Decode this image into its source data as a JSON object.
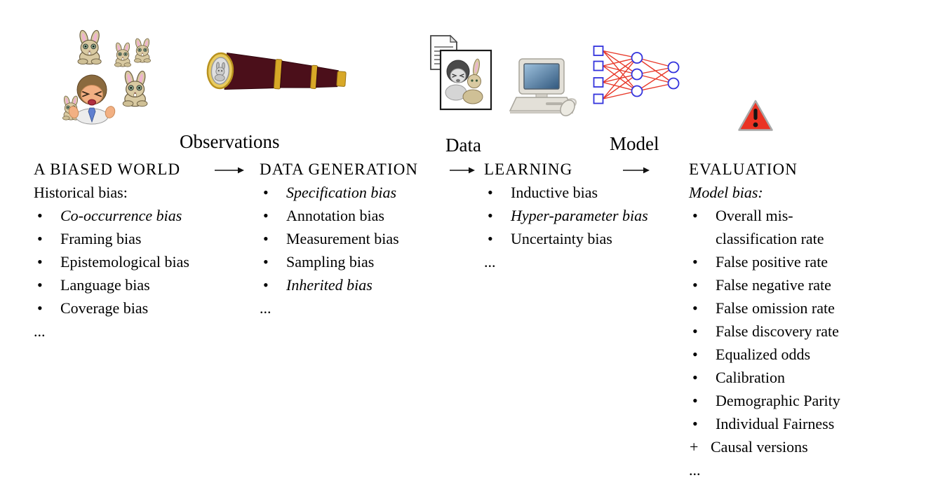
{
  "figure_title": "Bias pipeline: from a biased world through data generation and learning to evaluation",
  "flow_labels": {
    "observations": "Observations",
    "data": "Data",
    "model": "Model"
  },
  "stages": [
    {
      "title": "A BIASED WORLD",
      "subtitle": "Historical bias:",
      "items": [
        {
          "text": "Co-occurrence bias",
          "italic": true
        },
        {
          "text": "Framing bias",
          "italic": false
        },
        {
          "text": "Epistemological bias",
          "italic": false
        },
        {
          "text": "Language bias",
          "italic": false
        },
        {
          "text": "Coverage bias",
          "italic": false
        }
      ],
      "more": "..."
    },
    {
      "title": "DATA GENERATION",
      "items": [
        {
          "text": "Specification bias",
          "italic": true
        },
        {
          "text": "Annotation bias",
          "italic": false
        },
        {
          "text": "Measurement bias",
          "italic": false
        },
        {
          "text": "Sampling bias",
          "italic": false
        },
        {
          "text": "Inherited bias",
          "italic": true
        }
      ],
      "more": "..."
    },
    {
      "title": "LEARNING",
      "items": [
        {
          "text": "Inductive bias",
          "italic": false
        },
        {
          "text": "Hyper-parameter bias",
          "italic": true
        },
        {
          "text": "Uncertainty bias",
          "italic": false
        }
      ],
      "more": "..."
    },
    {
      "title": "EVALUATION",
      "subtitle": "Model bias:",
      "subtitle_italic": true,
      "items": [
        {
          "text": "Overall mis-classification rate",
          "italic": false
        },
        {
          "text": "False positive rate",
          "italic": false
        },
        {
          "text": "False negative rate",
          "italic": false
        },
        {
          "text": "False omission rate",
          "italic": false
        },
        {
          "text": "False discovery rate",
          "italic": false
        },
        {
          "text": "Equalized odds",
          "italic": false
        },
        {
          "text": "Calibration",
          "italic": false
        },
        {
          "text": "Demographic Parity",
          "italic": false
        },
        {
          "text": "Individual Fairness",
          "italic": false
        },
        {
          "text": "Causal versions",
          "italic": false,
          "marker": "+"
        }
      ],
      "more": "..."
    }
  ],
  "icons": {
    "population": "crying-person-with-rabbits-icon",
    "telescope": "telescope-icon",
    "documents": "documents-with-photo-icon",
    "computer": "desktop-computer-icon",
    "network": "neural-network-icon",
    "warning": "warning-triangle-icon"
  },
  "colors": {
    "text": "#000000",
    "arrow": "#111111",
    "nn_node_stroke": "#3333dd",
    "nn_edge": "#e8392a",
    "warning_red": "#ea3323",
    "telescope_tube": "#4b0f1a",
    "telescope_gold": "#d8a827",
    "rabbit_fur": "#d9caa2",
    "rabbit_ear_pink": "#eeb3d0",
    "screen_blue": "#4a7399"
  }
}
